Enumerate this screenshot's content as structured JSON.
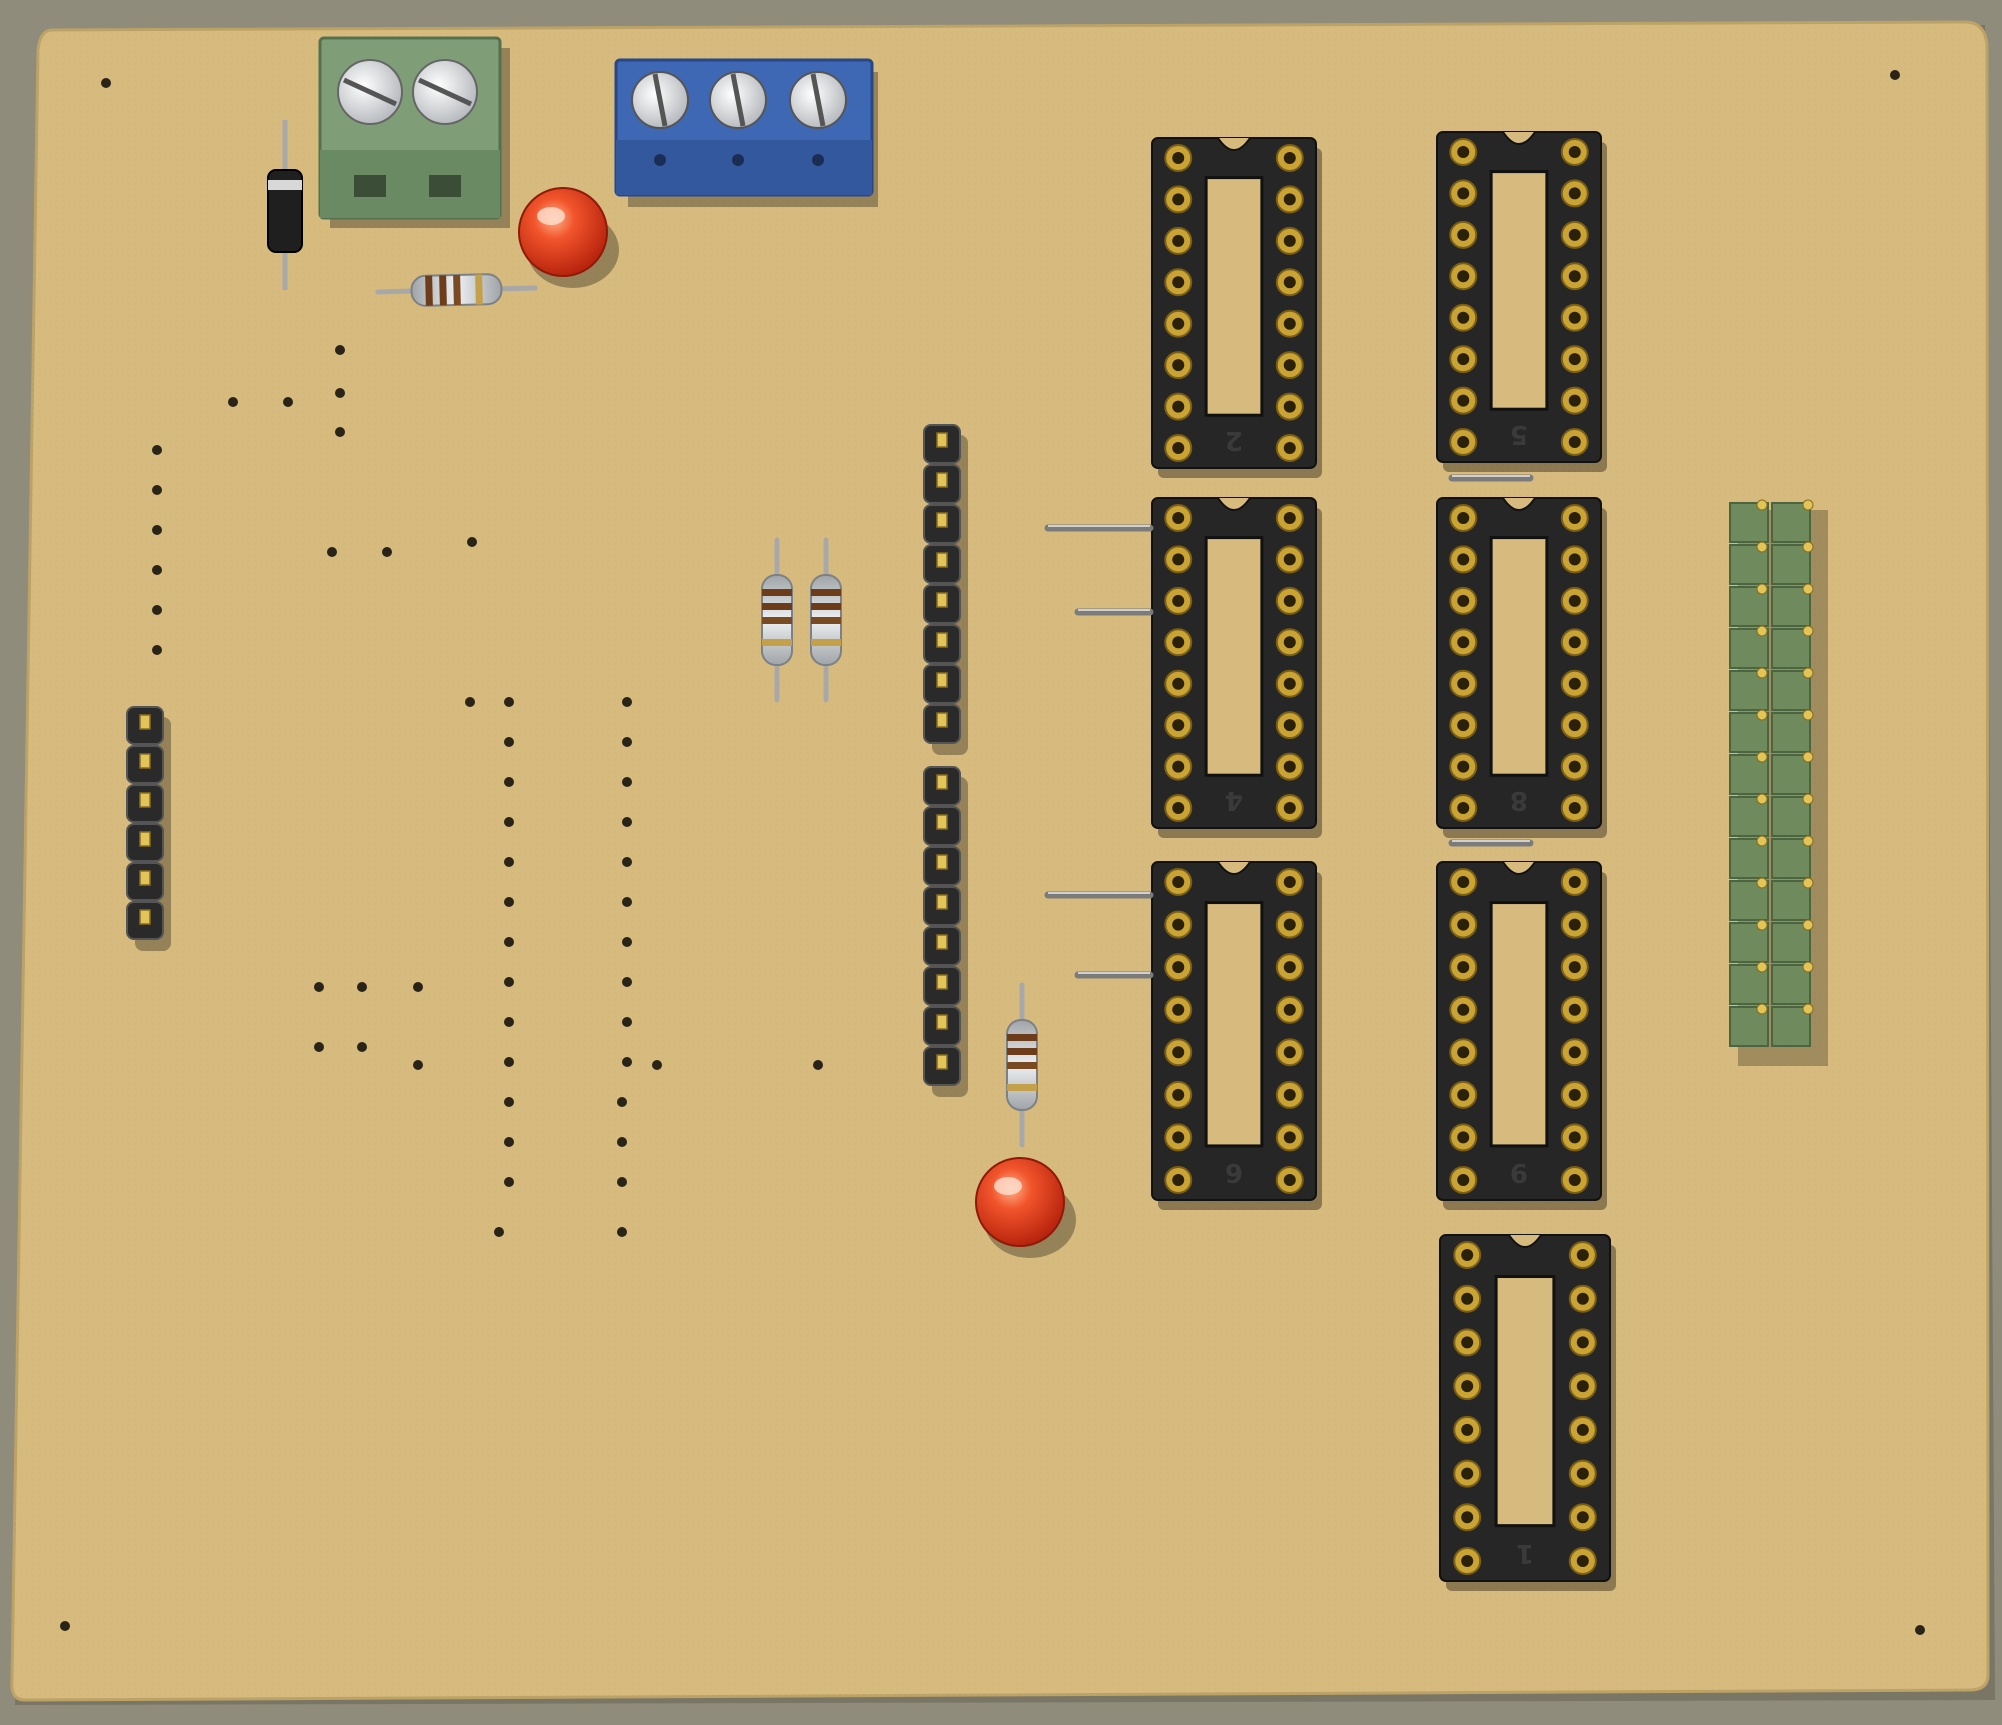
{
  "colors": {
    "background": "#8f8c7c",
    "board": "#d7bb7e",
    "board_edge": "#c2a56a",
    "socket": "#262626",
    "gold": "#caa335",
    "led": "#e23a1d",
    "terminal_green": "#7f9e78",
    "terminal_blue": "#3e68b4",
    "header_green": "#6f8a5c",
    "resistor_body": "#cfd3d6"
  },
  "sockets": [
    {
      "id": "socket-2",
      "label": "2",
      "pins": 16
    },
    {
      "id": "socket-5",
      "label": "5",
      "pins": 16
    },
    {
      "id": "socket-4",
      "label": "4",
      "pins": 16
    },
    {
      "id": "socket-8",
      "label": "8",
      "pins": 16
    },
    {
      "id": "socket-6",
      "label": "6",
      "pins": 16
    },
    {
      "id": "socket-9",
      "label": "9",
      "pins": 16
    },
    {
      "id": "socket-1",
      "label": "1",
      "pins": 16
    }
  ],
  "terminals": [
    {
      "id": "terminal-green",
      "positions": 2
    },
    {
      "id": "terminal-blue",
      "positions": 3
    }
  ],
  "headers": [
    {
      "id": "header-left",
      "pins": 6
    },
    {
      "id": "header-mid-top",
      "pins": 8
    },
    {
      "id": "header-mid-bottom",
      "pins": 8
    },
    {
      "id": "header-right-double",
      "pins": 26
    }
  ],
  "leds": 2,
  "resistors": 4,
  "diodes": 1
}
